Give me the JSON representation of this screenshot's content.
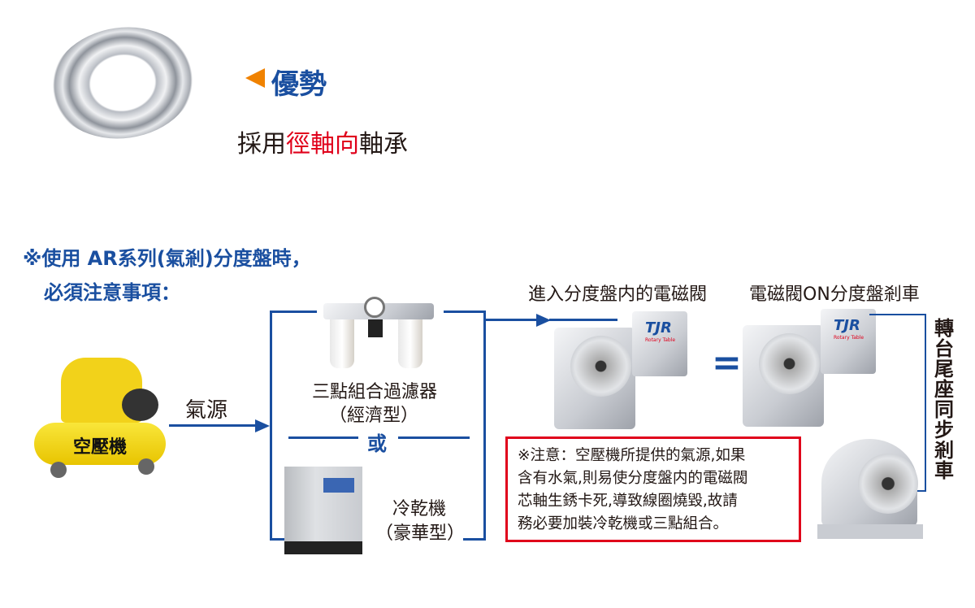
{
  "advantage": {
    "title": "優勢",
    "desc_prefix": "採用",
    "desc_highlight": "徑軸向",
    "desc_suffix": "軸承"
  },
  "notice": {
    "line1": "※使用  AR系列(氣剎)分度盤時，",
    "line2": "必須注意事項："
  },
  "compressor": {
    "label": "空壓機",
    "air_label": "氣源"
  },
  "filter": {
    "label": "三點組合過濾器",
    "sub": "（經濟型）"
  },
  "or_label": "或",
  "dryer": {
    "label": "冷乾機",
    "sub": "（豪華型）"
  },
  "valve_titles": {
    "left": "進入分度盤内的電磁閥",
    "right": "電磁閥ON分度盤剎車"
  },
  "brand": {
    "logo": "TJR",
    "tagline": "Rotary Table"
  },
  "equals": "=",
  "tailstock_label": "轉台尾座同步剎車",
  "warning": {
    "lines": [
      "※注意：空壓機所提供的氣源,如果",
      "含有水氣,則易使分度盤内的電磁閥",
      "芯軸生銹卡死,導致線圈燒毀,故請",
      "務必要加裝冷乾機或三點組合。"
    ]
  },
  "colors": {
    "blue": "#1a4fa0",
    "red": "#e0001b",
    "orange": "#f08200"
  }
}
